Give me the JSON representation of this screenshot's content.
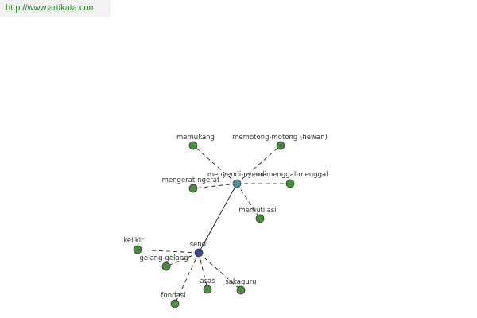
{
  "header": {
    "url": "http://www.artikata.com"
  },
  "colors": {
    "background": "#ffffff",
    "url_bar_bg": "#f2f2f2",
    "url_text": "#228b22",
    "edge": "#000000",
    "label": "#333333",
    "node_green": "#4a8c3f",
    "node_teal": "#4f8fa0",
    "node_navy": "#3b4a8c",
    "node_stroke": "#2a2a2a"
  },
  "graph": {
    "nodes": [
      {
        "id": "sendi",
        "label": "sendi",
        "color": "node_navy"
      },
      {
        "id": "menyendi-nyendi",
        "label": "menyendi-nyendi",
        "color": "node_teal"
      },
      {
        "id": "memukang",
        "label": "memukang",
        "color": "node_green"
      },
      {
        "id": "memotong-motong",
        "label": "memotong-motong (hewan)",
        "color": "node_green"
      },
      {
        "id": "mengerat-ngerat",
        "label": "mengerat-ngerat",
        "color": "node_green"
      },
      {
        "id": "memenggal-menggal",
        "label": "memenggal-menggal",
        "color": "node_green"
      },
      {
        "id": "memutilasi",
        "label": "memutilasi",
        "color": "node_green"
      },
      {
        "id": "kelikir",
        "label": "kelikir",
        "color": "node_green"
      },
      {
        "id": "gelang-gelang",
        "label": "gelang-gelang",
        "color": "node_green"
      },
      {
        "id": "asas",
        "label": "asas",
        "color": "node_green"
      },
      {
        "id": "sakaguru",
        "label": "sakaguru",
        "color": "node_green"
      },
      {
        "id": "fondasi",
        "label": "fondasi",
        "color": "node_green"
      }
    ],
    "edges": [
      {
        "from": "sendi",
        "to": "menyendi-nyendi",
        "style": "solid"
      },
      {
        "from": "menyendi-nyendi",
        "to": "memukang",
        "style": "dashed"
      },
      {
        "from": "menyendi-nyendi",
        "to": "memotong-motong",
        "style": "dashed"
      },
      {
        "from": "menyendi-nyendi",
        "to": "mengerat-ngerat",
        "style": "dashed"
      },
      {
        "from": "menyendi-nyendi",
        "to": "memenggal-menggal",
        "style": "dashed"
      },
      {
        "from": "menyendi-nyendi",
        "to": "memutilasi",
        "style": "dashed"
      },
      {
        "from": "sendi",
        "to": "kelikir",
        "style": "dashed"
      },
      {
        "from": "sendi",
        "to": "gelang-gelang",
        "style": "dashed"
      },
      {
        "from": "sendi",
        "to": "asas",
        "style": "dashed"
      },
      {
        "from": "sendi",
        "to": "sakaguru",
        "style": "dashed"
      },
      {
        "from": "sendi",
        "to": "fondasi",
        "style": "dashed"
      }
    ]
  }
}
